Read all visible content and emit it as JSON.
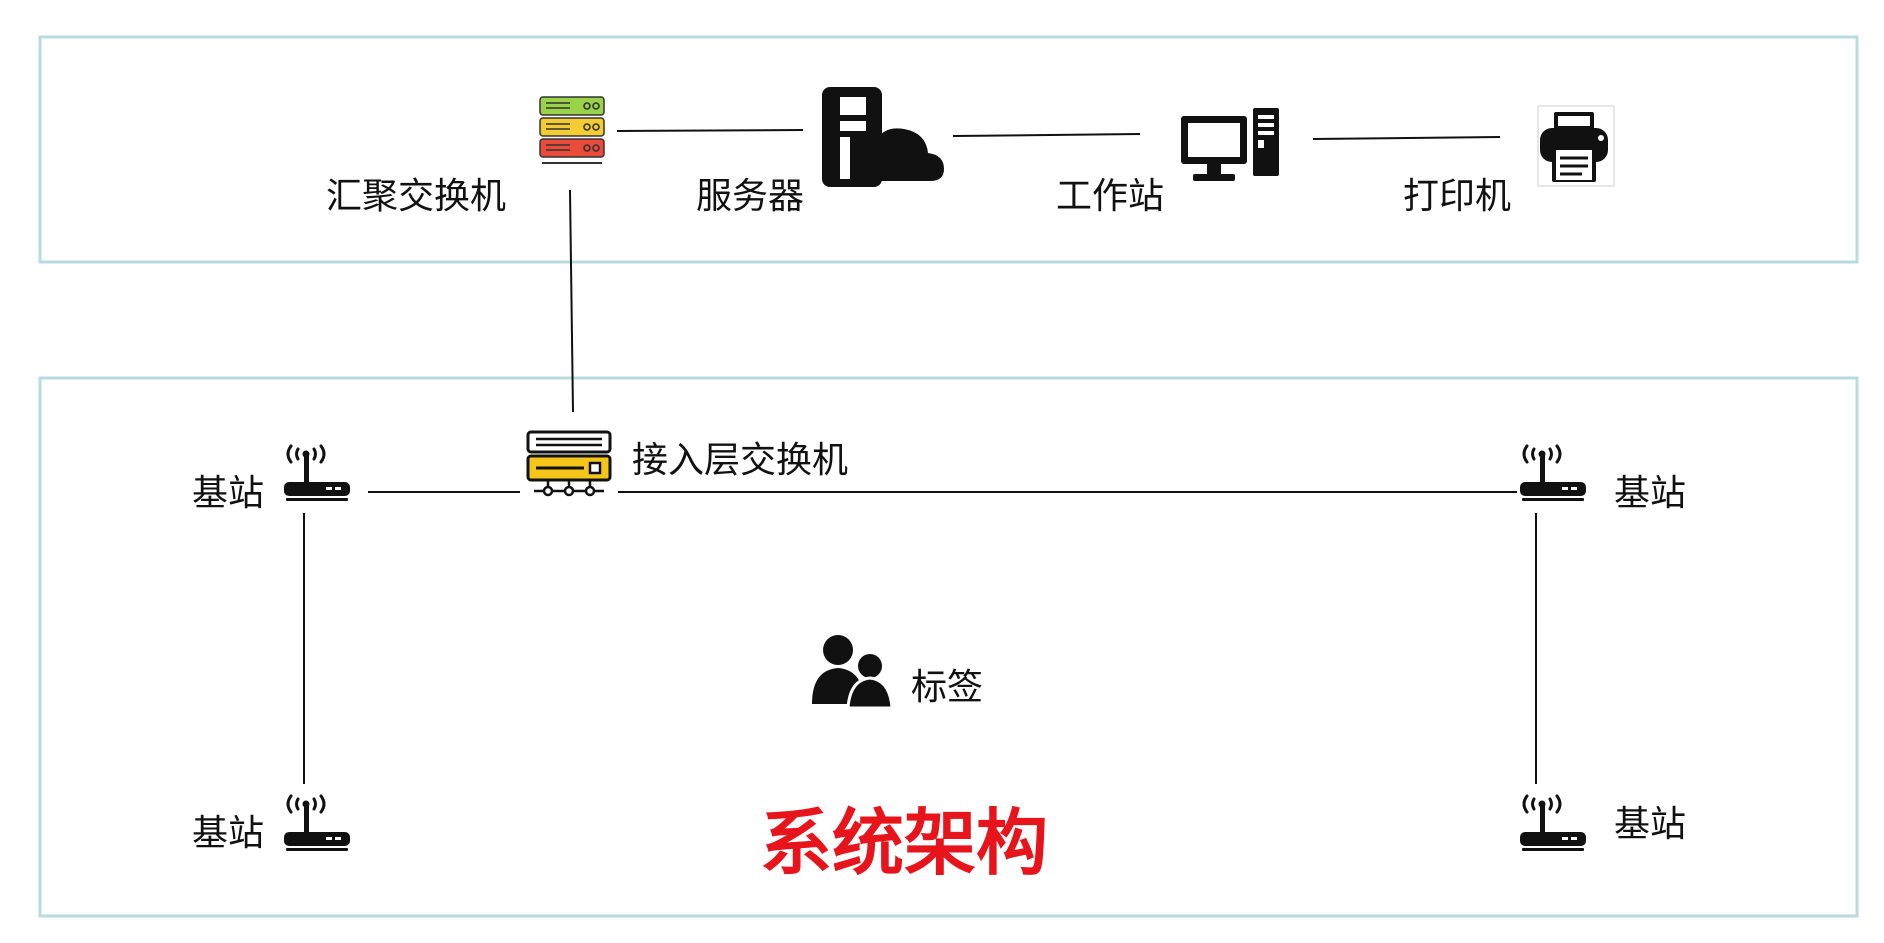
{
  "diagram": {
    "nodes": {
      "agg_switch": "汇聚交换机",
      "server": "服务器",
      "workstation": "工作站",
      "printer": "打印机",
      "access_switch": "接入层交换机",
      "bs_top_left": "基站",
      "bs_bottom_left": "基站",
      "bs_top_right": "基站",
      "bs_bottom_right": "基站",
      "tag": "标签"
    },
    "title": "系统架构"
  },
  "colors": {
    "frame_border": "#b9dbe0",
    "title_red": "#e8141b",
    "icon_black": "#111111",
    "switch_green": "#9ad24a",
    "switch_yellow": "#f3cd34",
    "switch_red": "#ea4b3b",
    "access_yellow": "#f5c518"
  },
  "icons": [
    "aggregation-switch-icon",
    "server-cloud-icon",
    "workstation-computer-icon",
    "printer-icon",
    "access-switch-icon",
    "base-station-icon",
    "people-tag-icon"
  ]
}
